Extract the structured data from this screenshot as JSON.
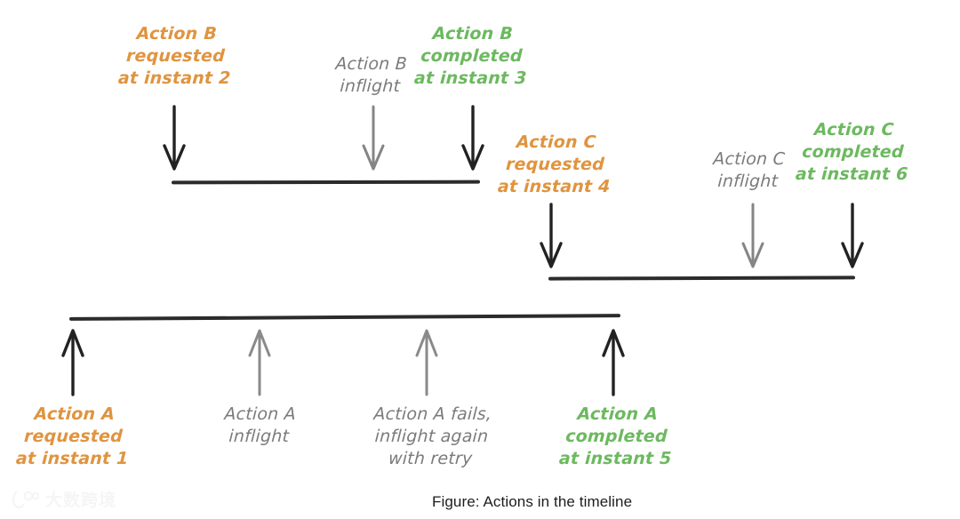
{
  "figure": {
    "caption": "Figure: Actions in the timeline",
    "background": "#ffffff",
    "colors": {
      "requested": "#e0943f",
      "completed": "#6cb95f",
      "inflight": "#7b7b7b",
      "timeline": "#2b2b2b",
      "arrow_dark": "#222222",
      "arrow_grey": "#808080"
    }
  },
  "timelines": [
    {
      "id": "action-b",
      "name": "Action B",
      "direction": "down",
      "labels": [
        {
          "id": "b-requested",
          "text": "Action B\nrequested\nat instant 2",
          "color": "orange"
        },
        {
          "id": "b-inflight",
          "text": "Action B\ninflight",
          "color": "grey"
        },
        {
          "id": "b-completed",
          "text": "Action B\ncompleted\nat instant 3",
          "color": "green"
        }
      ]
    },
    {
      "id": "action-c",
      "name": "Action C",
      "direction": "down",
      "labels": [
        {
          "id": "c-requested",
          "text": "Action C\nrequested\nat instant 4",
          "color": "orange"
        },
        {
          "id": "c-inflight",
          "text": "Action C\ninflight",
          "color": "grey"
        },
        {
          "id": "c-completed",
          "text": "Action C\ncompleted\nat instant 6",
          "color": "green"
        }
      ]
    },
    {
      "id": "action-a",
      "name": "Action A",
      "direction": "up",
      "labels": [
        {
          "id": "a-requested",
          "text": "Action A\nrequested\nat instant 1",
          "color": "orange"
        },
        {
          "id": "a-inflight",
          "text": "Action A\ninflight",
          "color": "grey"
        },
        {
          "id": "a-retry",
          "text": "Action A fails,\ninflight again\nwith retry",
          "color": "grey"
        },
        {
          "id": "a-completed",
          "text": "Action A\ncompleted\nat instant 5",
          "color": "green"
        }
      ]
    }
  ],
  "watermark": {
    "text": "大数跨境",
    "logo_name": "dashukuajing-logo"
  }
}
